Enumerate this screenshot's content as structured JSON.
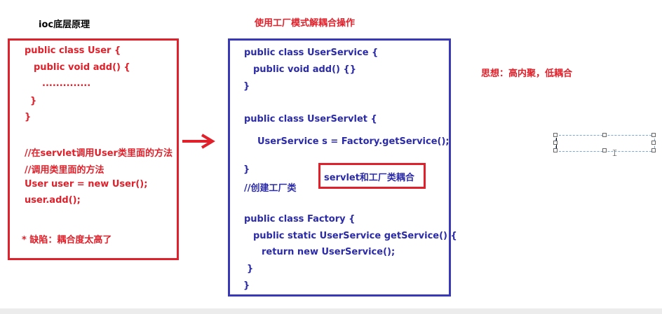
{
  "titles": {
    "left": "ioc底层原理",
    "middle": "使用工厂模式解耦合操作"
  },
  "thought": "思想：高内聚，低耦合",
  "left_code": {
    "lines": [
      "public class User {",
      "public void add() {",
      "..............",
      "}",
      "}",
      "//在servlet调用User类里面的方法",
      "//调用类里面的方法",
      "User user = new User();",
      "user.add();",
      "* 缺陷：耦合度太高了"
    ]
  },
  "middle_code": {
    "lines": [
      "public class UserService {",
      "public void add() {}",
      "}",
      "public class UserServlet {",
      "UserService s = Factory.getService();",
      "}",
      "//创建工厂类",
      "public class Factory {",
      "public static UserService getService() {",
      "return new UserService();",
      "}",
      "}"
    ]
  },
  "coupling_note": "servlet和工厂类耦合",
  "colors": {
    "red": "#e0202a",
    "blue": "#2b2ba8",
    "blue_border": "#3838b8"
  },
  "icons": {
    "arrow": "right-arrow-icon",
    "cursor": "text-cursor-icon"
  }
}
